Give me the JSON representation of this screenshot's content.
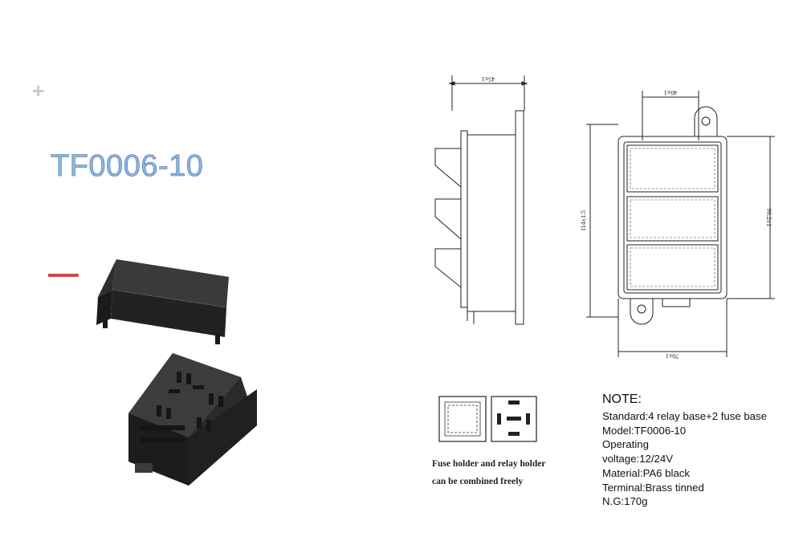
{
  "model_title": "TF0006-10",
  "decor": {
    "plus": "+"
  },
  "dimensions": {
    "side_width": "45±1",
    "top_width": "40±1",
    "height_total": "114±1.5",
    "height_body": "99.2±1",
    "bottom_width": "70±1"
  },
  "captions": {
    "line1": "Fuse holder and relay holder",
    "line2": "can be combined freely"
  },
  "note": {
    "heading": "NOTE:",
    "lines": [
      "Standard:4 relay base+2 fuse base",
      "Model:TF0006-10",
      "Operating",
      "voltage:12/24V",
      "Material:PA6 black",
      "Terminal:Brass tinned",
      "N.G:170g"
    ]
  },
  "colors": {
    "title": "#5b8fc8",
    "accent_dash": "#d9453b",
    "product": "#2b2b2b",
    "drawing_line": "#222222"
  }
}
